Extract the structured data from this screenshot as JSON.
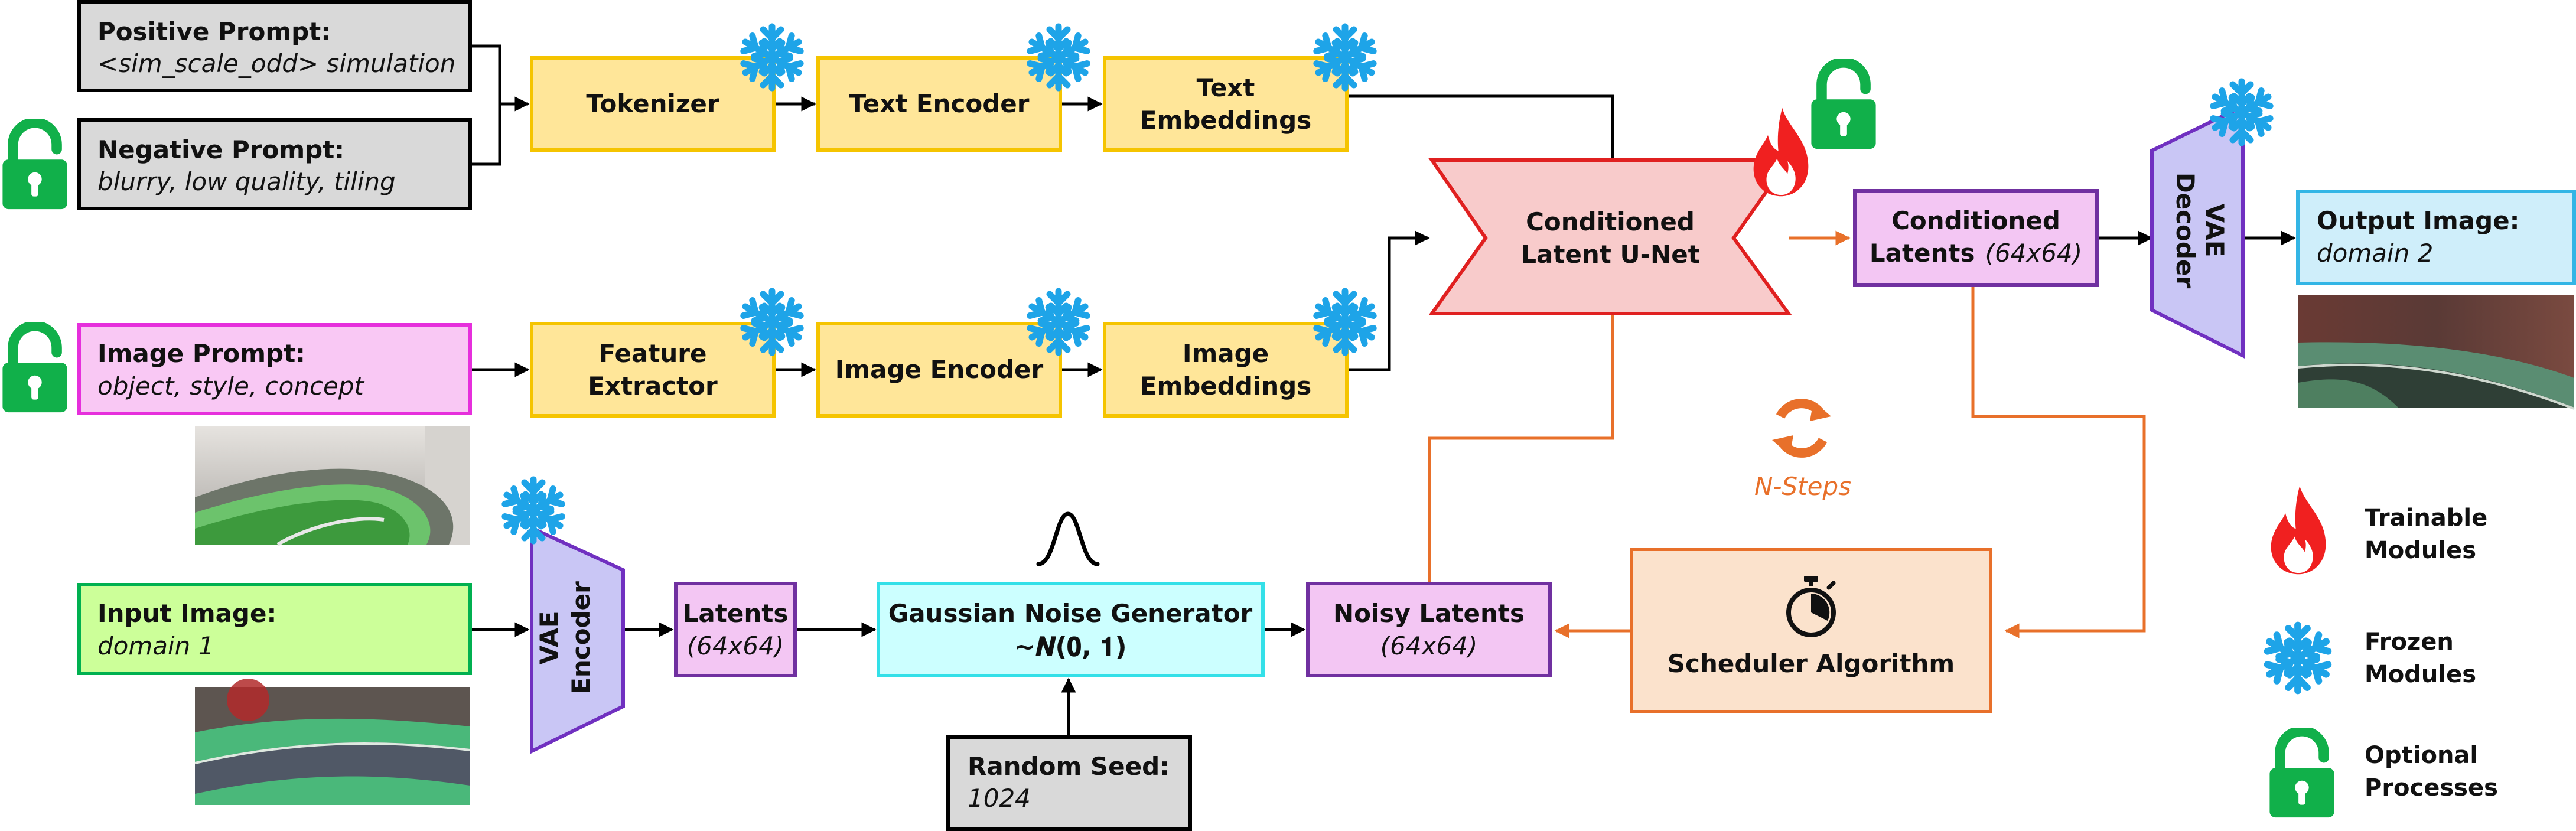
{
  "colors": {
    "gray_fill": "#d9d9d9",
    "gray_stroke": "#000000",
    "yellow_fill": "#ffe699",
    "yellow_stroke": "#f5c400",
    "pink_fill": "#f9c8f4",
    "pink_stroke": "#e62fdc",
    "purple_fill": "#f3c6f3",
    "purple_stroke": "#7030a0",
    "green_fill": "#ccff99",
    "green_stroke": "#00b050",
    "cyan_fill": "#ccffff",
    "cyan_stroke": "#33e0e8",
    "red_fill": "#f8cbcb",
    "red_stroke": "#e02020",
    "lavender_fill": "#c9c6f5",
    "lavender_stroke": "#7030c0",
    "blue_fill": "#cfeefa",
    "blue_stroke": "#33b5e5",
    "peach_fill": "#fbe2cc",
    "peach_stroke": "#e8702a",
    "snowflake": "#1ea4e8",
    "lock": "#11b04a",
    "flame": "#f02020",
    "steps_orange": "#e8702a"
  },
  "nodes": {
    "positive_prompt": {
      "title": "Positive Prompt:",
      "sub": "<sim_scale_odd> simulation"
    },
    "negative_prompt": {
      "title": "Negative Prompt:",
      "sub": "blurry, low quality, tiling"
    },
    "image_prompt": {
      "title": "Image Prompt:",
      "sub": "object, style, concept"
    },
    "input_image": {
      "title": "Input Image:",
      "sub": "domain 1"
    },
    "tokenizer": {
      "label": "Tokenizer"
    },
    "text_encoder": {
      "label": "Text Encoder"
    },
    "text_embeddings": {
      "line1": "Text",
      "line2": "Embeddings"
    },
    "feature_extractor": {
      "line1": "Feature",
      "line2": "Extractor"
    },
    "image_encoder": {
      "label": "Image Encoder"
    },
    "image_embeddings": {
      "line1": "Image",
      "line2": "Embeddings"
    },
    "unet": {
      "line1": "Conditioned",
      "line2": "Latent U-Net"
    },
    "conditioned_latents": {
      "line1": "Conditioned",
      "line2": "Latents",
      "size": "(64x64)"
    },
    "vae_decoder": {
      "line1": "VAE",
      "line2": "Decoder"
    },
    "output_image": {
      "title": "Output Image:",
      "sub": "domain 2"
    },
    "vae_encoder": {
      "line1": "VAE",
      "line2": "Encoder"
    },
    "latents": {
      "label": "Latents",
      "size": "(64x64)"
    },
    "gaussian_noise": {
      "label": "Gaussian Noise Generator",
      "formula": "~𝑵(𝟎, 𝟏)"
    },
    "noisy_latents": {
      "label": "Noisy Latents",
      "size": "(64x64)"
    },
    "scheduler": {
      "label": "Scheduler Algorithm"
    },
    "random_seed": {
      "title": "Random Seed:",
      "sub": "1024"
    },
    "n_steps": {
      "label": "N-Steps"
    }
  },
  "legend": {
    "trainable": {
      "line1": "Trainable",
      "line2": "Modules"
    },
    "frozen": {
      "line1": "Frozen",
      "line2": "Modules"
    },
    "optional": {
      "line1": "Optional",
      "line2": "Processes"
    }
  }
}
